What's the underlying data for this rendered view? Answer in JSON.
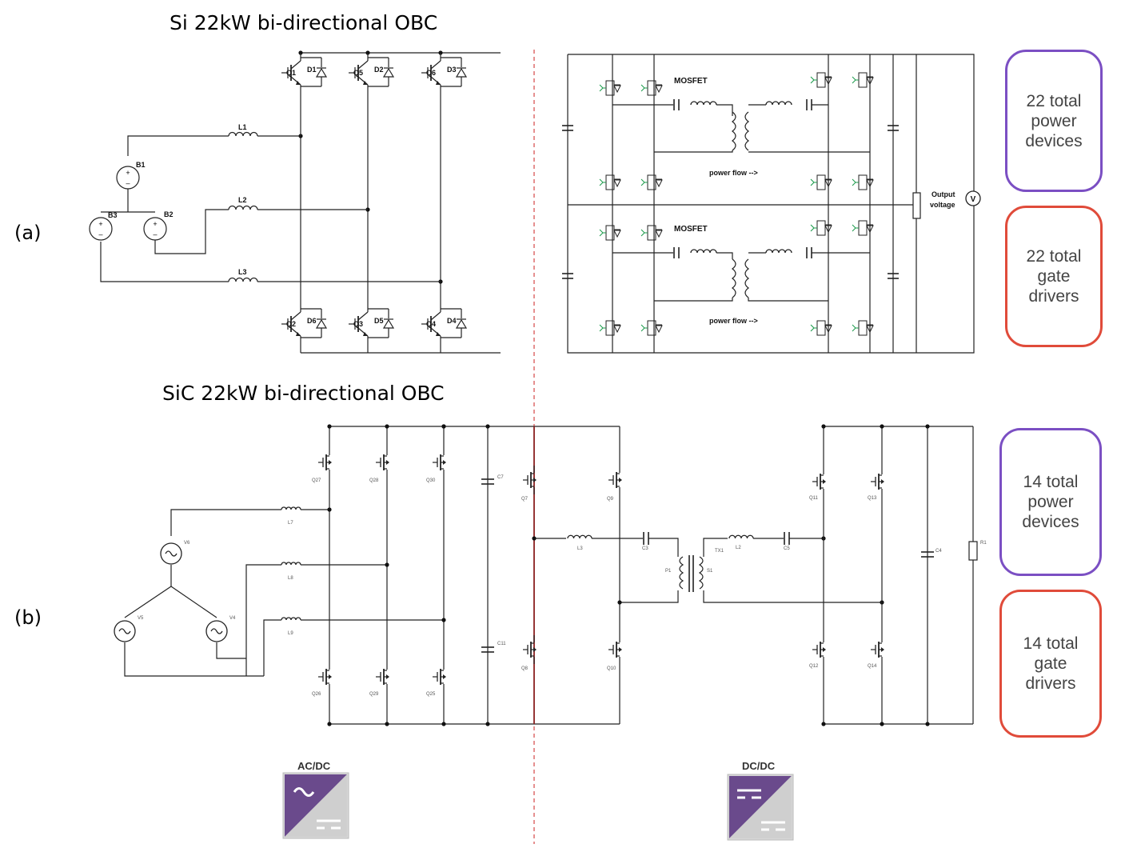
{
  "titles": {
    "si": "Si 22kW bi-directional OBC",
    "sic": "SiC 22kW bi-directional OBC"
  },
  "panel_labels": {
    "a": "(a)",
    "b": "(b)"
  },
  "boxes": {
    "si_devices": "22 total\npower\ndevices",
    "si_drivers": "22 total\ngate\ndrivers",
    "sic_devices": "14 total\npower\ndevices",
    "sic_drivers": "14 total\ngate\ndrivers"
  },
  "colors": {
    "devices": "#7b4fc3",
    "drivers": "#e04b3a",
    "divider": "#cc2222",
    "converter": "#6a4a8c"
  },
  "converters": {
    "acdc": "AC/DC",
    "dcdc": "DC/DC"
  },
  "si_labels": {
    "sources": [
      "B1",
      "B2",
      "B3"
    ],
    "inductors": [
      "L1",
      "L2",
      "L3"
    ],
    "top_switches": [
      "Q1",
      "Q5",
      "Q6"
    ],
    "top_diodes": [
      "D1",
      "D2",
      "D3"
    ],
    "bottom_switches": [
      "Q2",
      "Q3",
      "Q4"
    ],
    "bottom_diodes": [
      "D6",
      "D5",
      "D4"
    ],
    "mosfet": "MOSFET",
    "power_flow": "power flow -->",
    "output_voltage_1": "Output",
    "output_voltage_2": "voltage",
    "voltmeter": "V"
  },
  "sic_labels": {
    "sources": [
      "V6",
      "V5",
      "V4"
    ],
    "inductors": [
      "L7",
      "L8",
      "L9"
    ],
    "pfc_top": [
      "Q27",
      "Q28",
      "Q30"
    ],
    "pfc_bottom": [
      "Q26",
      "Q29",
      "Q25"
    ],
    "caps": [
      "C7",
      "C11"
    ],
    "llc_left": [
      "Q7",
      "Q9",
      "Q8",
      "Q10"
    ],
    "llc_right": [
      "Q11",
      "Q13",
      "Q12",
      "Q14"
    ],
    "resonant": [
      "L3",
      "C3",
      "L2",
      "C5"
    ],
    "transformer": [
      "TX1",
      "P1",
      "S1"
    ],
    "output": [
      "C4",
      "R1"
    ]
  }
}
